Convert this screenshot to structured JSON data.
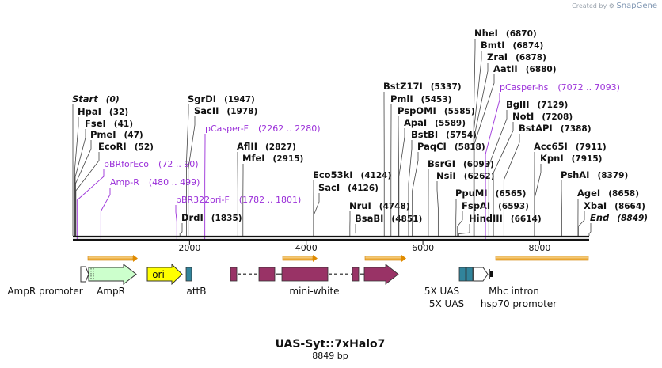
{
  "credit": {
    "created_by": "Created by",
    "brand": "SnapGene"
  },
  "title": "UAS-Syt::7xHalo7",
  "subtitle": "8849 bp",
  "ticks": [
    "2000",
    "4000",
    "6000",
    "8000"
  ],
  "sites": [
    {
      "name": "Start",
      "pos": "(0)",
      "bp": 0,
      "italic": true
    },
    {
      "name": "HpaI",
      "pos": "(32)",
      "bp": 32
    },
    {
      "name": "FseI",
      "pos": "(41)",
      "bp": 41
    },
    {
      "name": "PmeI",
      "pos": "(47)",
      "bp": 47
    },
    {
      "name": "EcoRI",
      "pos": "(52)",
      "bp": 52
    },
    {
      "name": "SgrDI",
      "pos": "(1947)",
      "bp": 1947
    },
    {
      "name": "SacII",
      "pos": "(1978)",
      "bp": 1978
    },
    {
      "name": "DrdI",
      "pos": "(1835)",
      "bp": 1835
    },
    {
      "name": "AflII",
      "pos": "(2827)",
      "bp": 2827
    },
    {
      "name": "MfeI",
      "pos": "(2915)",
      "bp": 2915
    },
    {
      "name": "Eco53kI",
      "pos": "(4124)",
      "bp": 4124
    },
    {
      "name": "SacI",
      "pos": "(4126)",
      "bp": 4126
    },
    {
      "name": "NruI",
      "pos": "(4748)",
      "bp": 4748
    },
    {
      "name": "BsaBI",
      "pos": "(4851)",
      "bp": 4851
    },
    {
      "name": "BstZ17I",
      "pos": "(5337)",
      "bp": 5337
    },
    {
      "name": "PmlI",
      "pos": "(5453)",
      "bp": 5453
    },
    {
      "name": "PspOMI",
      "pos": "(5585)",
      "bp": 5585
    },
    {
      "name": "ApaI",
      "pos": "(5589)",
      "bp": 5589
    },
    {
      "name": "BstBI",
      "pos": "(5754)",
      "bp": 5754
    },
    {
      "name": "PaqCI",
      "pos": "(5818)",
      "bp": 5818
    },
    {
      "name": "BsrGI",
      "pos": "(6093)",
      "bp": 6093
    },
    {
      "name": "NsiI",
      "pos": "(6262)",
      "bp": 6262
    },
    {
      "name": "PpuMI",
      "pos": "(6565)",
      "bp": 6565
    },
    {
      "name": "FspAI",
      "pos": "(6593)",
      "bp": 6593
    },
    {
      "name": "HindIII",
      "pos": "(6614)",
      "bp": 6614
    },
    {
      "name": "NheI",
      "pos": "(6870)",
      "bp": 6870
    },
    {
      "name": "BmtI",
      "pos": "(6874)",
      "bp": 6874
    },
    {
      "name": "ZraI",
      "pos": "(6878)",
      "bp": 6878
    },
    {
      "name": "AatII",
      "pos": "(6880)",
      "bp": 6880
    },
    {
      "name": "BglII",
      "pos": "(7129)",
      "bp": 7129
    },
    {
      "name": "NotI",
      "pos": "(7208)",
      "bp": 7208
    },
    {
      "name": "BstAPI",
      "pos": "(7388)",
      "bp": 7388
    },
    {
      "name": "Acc65I",
      "pos": "(7911)",
      "bp": 7911
    },
    {
      "name": "KpnI",
      "pos": "(7915)",
      "bp": 7915
    },
    {
      "name": "PshAI",
      "pos": "(8379)",
      "bp": 8379
    },
    {
      "name": "AgeI",
      "pos": "(8658)",
      "bp": 8658
    },
    {
      "name": "XbaI",
      "pos": "(8664)",
      "bp": 8664
    },
    {
      "name": "End",
      "pos": "(8849)",
      "bp": 8849,
      "italic": true
    }
  ],
  "primers": [
    {
      "name": "pBRforEco",
      "range": "(72 .. 90)",
      "start": 72
    },
    {
      "name": "Amp-R",
      "range": "(480 .. 499)",
      "start": 480
    },
    {
      "name": "pCasper-F",
      "range": "(2262 .. 2280)",
      "start": 2262
    },
    {
      "name": "pBR322ori-F",
      "range": "(1782 .. 1801)",
      "start": 1782
    },
    {
      "name": "pCasper-hs",
      "range": "(7072 .. 7093)",
      "start": 7072
    }
  ],
  "features": {
    "ampr_promoter": "AmpR promoter",
    "ampr": "AmpR",
    "ori": "ori",
    "attb": "attB",
    "mini_white": "mini-white",
    "uas_1": "5X UAS",
    "uas_2": "5X UAS",
    "mhc_intron": "Mhc intron",
    "hsp70_promoter": "hsp70 promoter"
  },
  "colors": {
    "ampr": "#ccffcc",
    "ori": "#ffff00",
    "attb": "#31849b",
    "mini_white": "#993366",
    "uas": "#31849b",
    "orf_bar": "#f5a623",
    "primer": "#9b30d9"
  }
}
